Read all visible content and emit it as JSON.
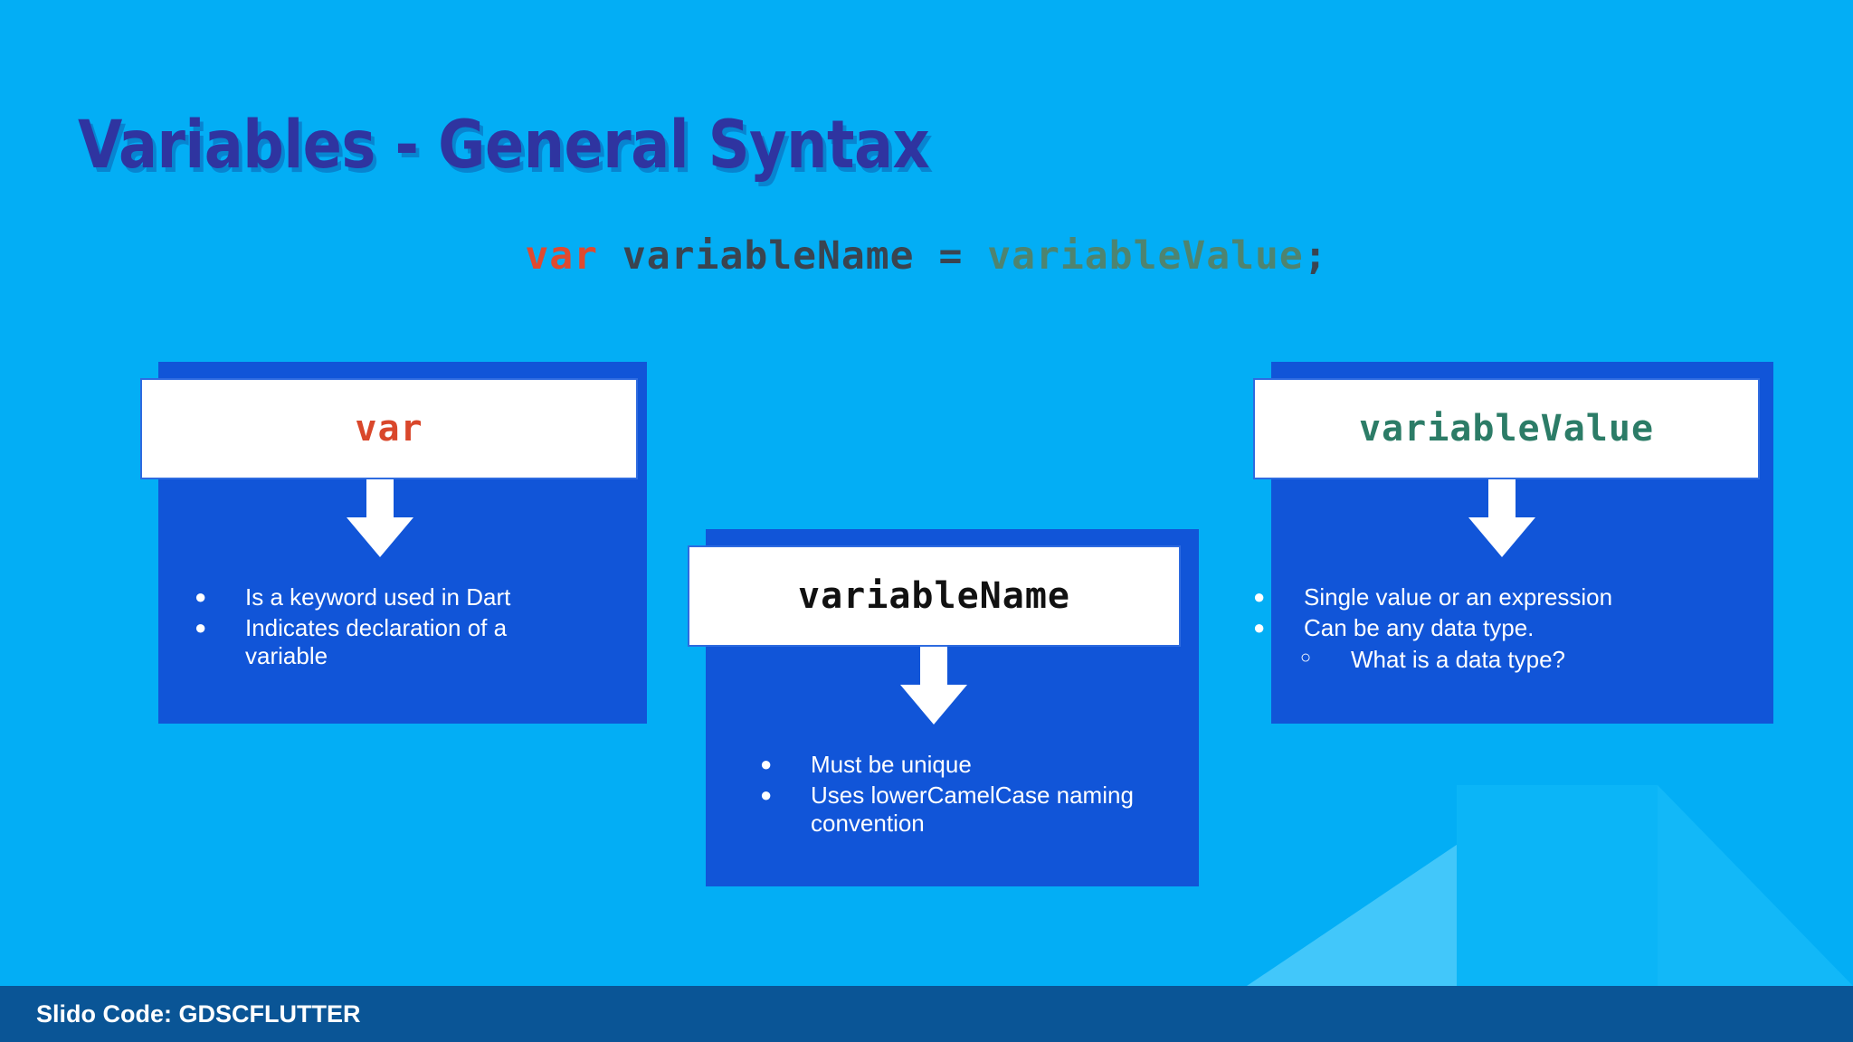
{
  "slide": {
    "title": "Variables - General Syntax",
    "background_color": "#03AEF5",
    "card_color": "#1155D8",
    "title_color": "#2F34A0"
  },
  "code_line": {
    "keyword": "var",
    "name": "variableName",
    "operator": "=",
    "value": "variableValue",
    "terminator": ";",
    "keyword_color": "#E04A2F",
    "name_color": "#3A4450",
    "value_color": "#4E8470"
  },
  "cards": [
    {
      "id": "var",
      "header": "var",
      "header_color": "#D9472B",
      "bullets": [
        {
          "level": 1,
          "marker": "●",
          "text": "Is a keyword used in Dart"
        },
        {
          "level": 1,
          "marker": "●",
          "text": "Indicates declaration of a variable"
        }
      ]
    },
    {
      "id": "variable-name",
      "header": "variableName",
      "header_color": "#111111",
      "bullets": [
        {
          "level": 1,
          "marker": "●",
          "text": "Must be unique"
        },
        {
          "level": 1,
          "marker": "●",
          "text": "Uses lowerCamelCase naming convention"
        }
      ]
    },
    {
      "id": "variable-value",
      "header": "variableValue",
      "header_color": "#2C7C67",
      "bullets": [
        {
          "level": 1,
          "marker": "●",
          "text": "Single value or an expression"
        },
        {
          "level": 1,
          "marker": "●",
          "text": "Can be any data type."
        },
        {
          "level": 2,
          "marker": "○",
          "text": "What is a data type?"
        }
      ]
    }
  ],
  "footer": {
    "text": "Slido Code: GDSCFLUTTER",
    "background_color": "#0A5596"
  }
}
